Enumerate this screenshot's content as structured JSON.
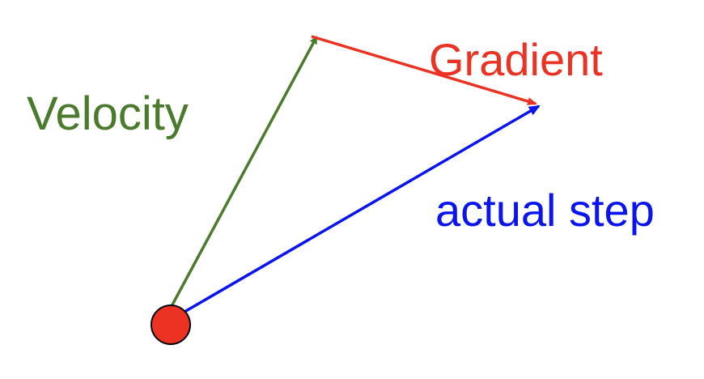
{
  "labels": {
    "velocity": "Velocity",
    "gradient": "Gradient",
    "actual_step": "actual step"
  },
  "colors": {
    "velocity": "#4a7a2c",
    "gradient": "#ec3223",
    "actual_step": "#0a14f0",
    "start_point": "#ec3223"
  }
}
